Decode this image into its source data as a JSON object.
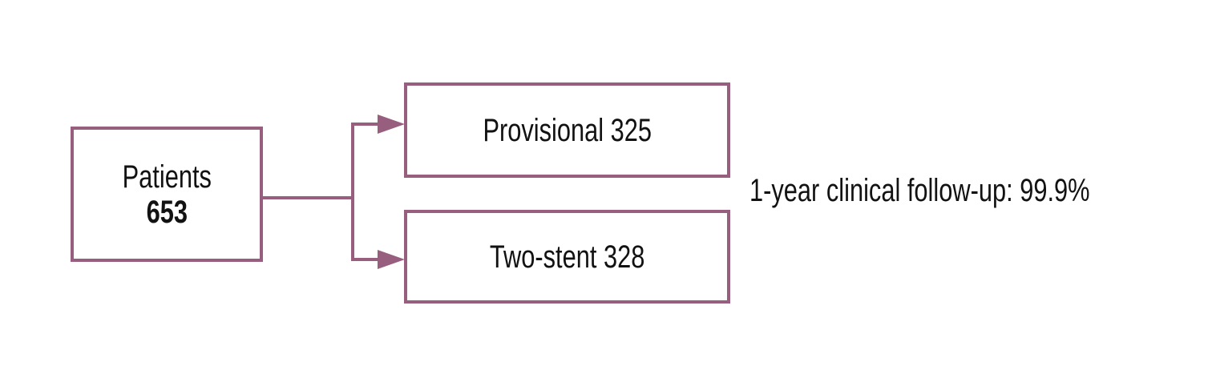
{
  "diagram": {
    "colors": {
      "line": "#975e7d",
      "text": "#121212",
      "background": "#ffffff"
    },
    "root": {
      "label": "Patients",
      "count": "653"
    },
    "branches": [
      {
        "name": "Provisional",
        "count": "325"
      },
      {
        "name": "Two-stent",
        "count": "328"
      }
    ],
    "annotation": "1-year clinical follow-up: 99.9%"
  }
}
